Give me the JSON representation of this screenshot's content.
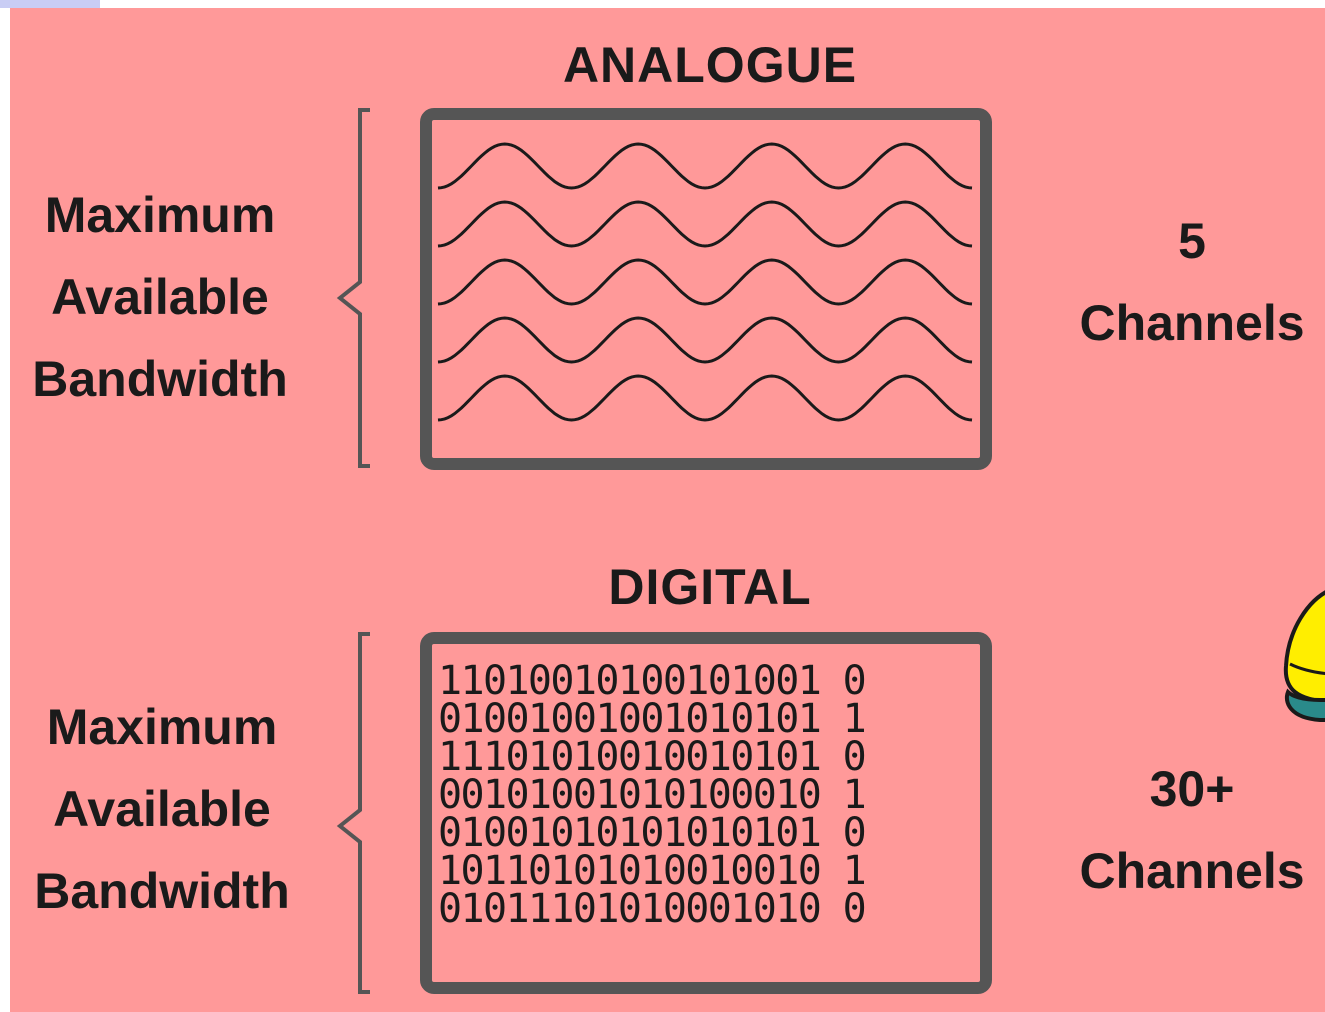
{
  "analogue": {
    "title": "ANALOGUE",
    "bandwidth_label": [
      "Maximum",
      "Available",
      "Bandwidth"
    ],
    "channel_count": "5",
    "channel_word": "Channels",
    "wave_count": 5
  },
  "digital": {
    "title": "DIGITAL",
    "bandwidth_label": [
      "Maximum",
      "Available",
      "Bandwidth"
    ],
    "channel_count": "30+",
    "channel_word": "Channels",
    "binary_rows": [
      "11010010100101001 0",
      "01001001001010101 1",
      "11101010010010101 0",
      "00101001010100010 1",
      "01001010101010101 0",
      "10110101010010010 1",
      "01011101010001010 0"
    ]
  },
  "colors": {
    "background": "#ff9999",
    "box_border": "#555555",
    "bracket": "#555555",
    "text": "#1a1a1a",
    "mascot_yellow": "#ffee00",
    "mascot_teal": "#2a8a8a"
  }
}
